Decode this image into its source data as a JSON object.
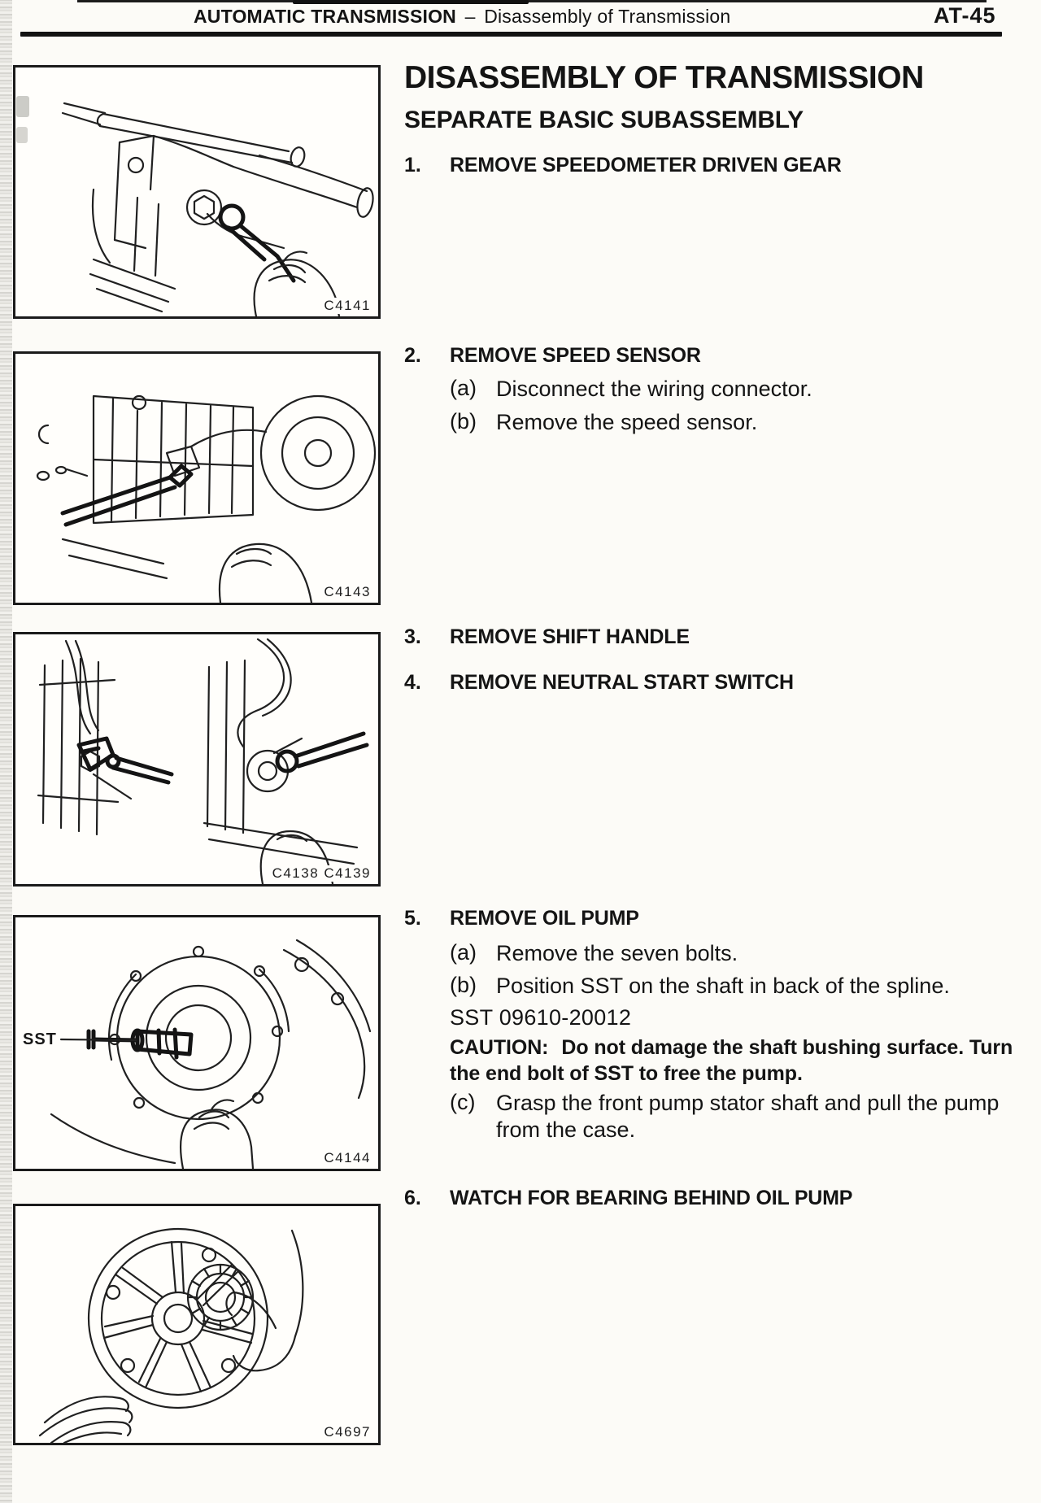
{
  "header": {
    "section_title": "AUTOMATIC TRANSMISSION",
    "dash": "–",
    "subsection_title": "Disassembly of Transmission",
    "page_number": "AT-45"
  },
  "content": {
    "title": "DISASSEMBLY OF TRANSMISSION",
    "subtitle": "SEPARATE BASIC SUBASSEMBLY"
  },
  "steps": [
    {
      "num": "1.",
      "label": "REMOVE SPEEDOMETER DRIVEN GEAR"
    },
    {
      "num": "2.",
      "label": "REMOVE SPEED SENSOR",
      "substeps": [
        {
          "id": "(a)",
          "text": "Disconnect the wiring connector."
        },
        {
          "id": "(b)",
          "text": "Remove the speed sensor."
        }
      ]
    },
    {
      "num": "3.",
      "label": "REMOVE SHIFT HANDLE"
    },
    {
      "num": "4.",
      "label": "REMOVE NEUTRAL START SWITCH"
    },
    {
      "num": "5.",
      "label": "REMOVE OIL PUMP",
      "substeps": [
        {
          "id": "(a)",
          "text": "Remove the seven bolts."
        },
        {
          "id": "(b)",
          "text": "Position SST on the shaft in back of the spline."
        },
        {
          "id": "(c)",
          "text": "Grasp the front pump stator shaft and pull the pump from the case."
        }
      ],
      "sst_note": "SST 09610-20012",
      "caution_label": "CAUTION:",
      "caution_text": "Do not damage the shaft bushing surface. Turn the end bolt of SST to free the pump."
    },
    {
      "num": "6.",
      "label": "WATCH FOR BEARING BEHIND OIL PUMP"
    }
  ],
  "figures": [
    {
      "code": "C4141"
    },
    {
      "code": "C4143"
    },
    {
      "code": "C4138 C4139"
    },
    {
      "code": "C4144",
      "callout": "SST"
    },
    {
      "code": "C4697"
    }
  ]
}
